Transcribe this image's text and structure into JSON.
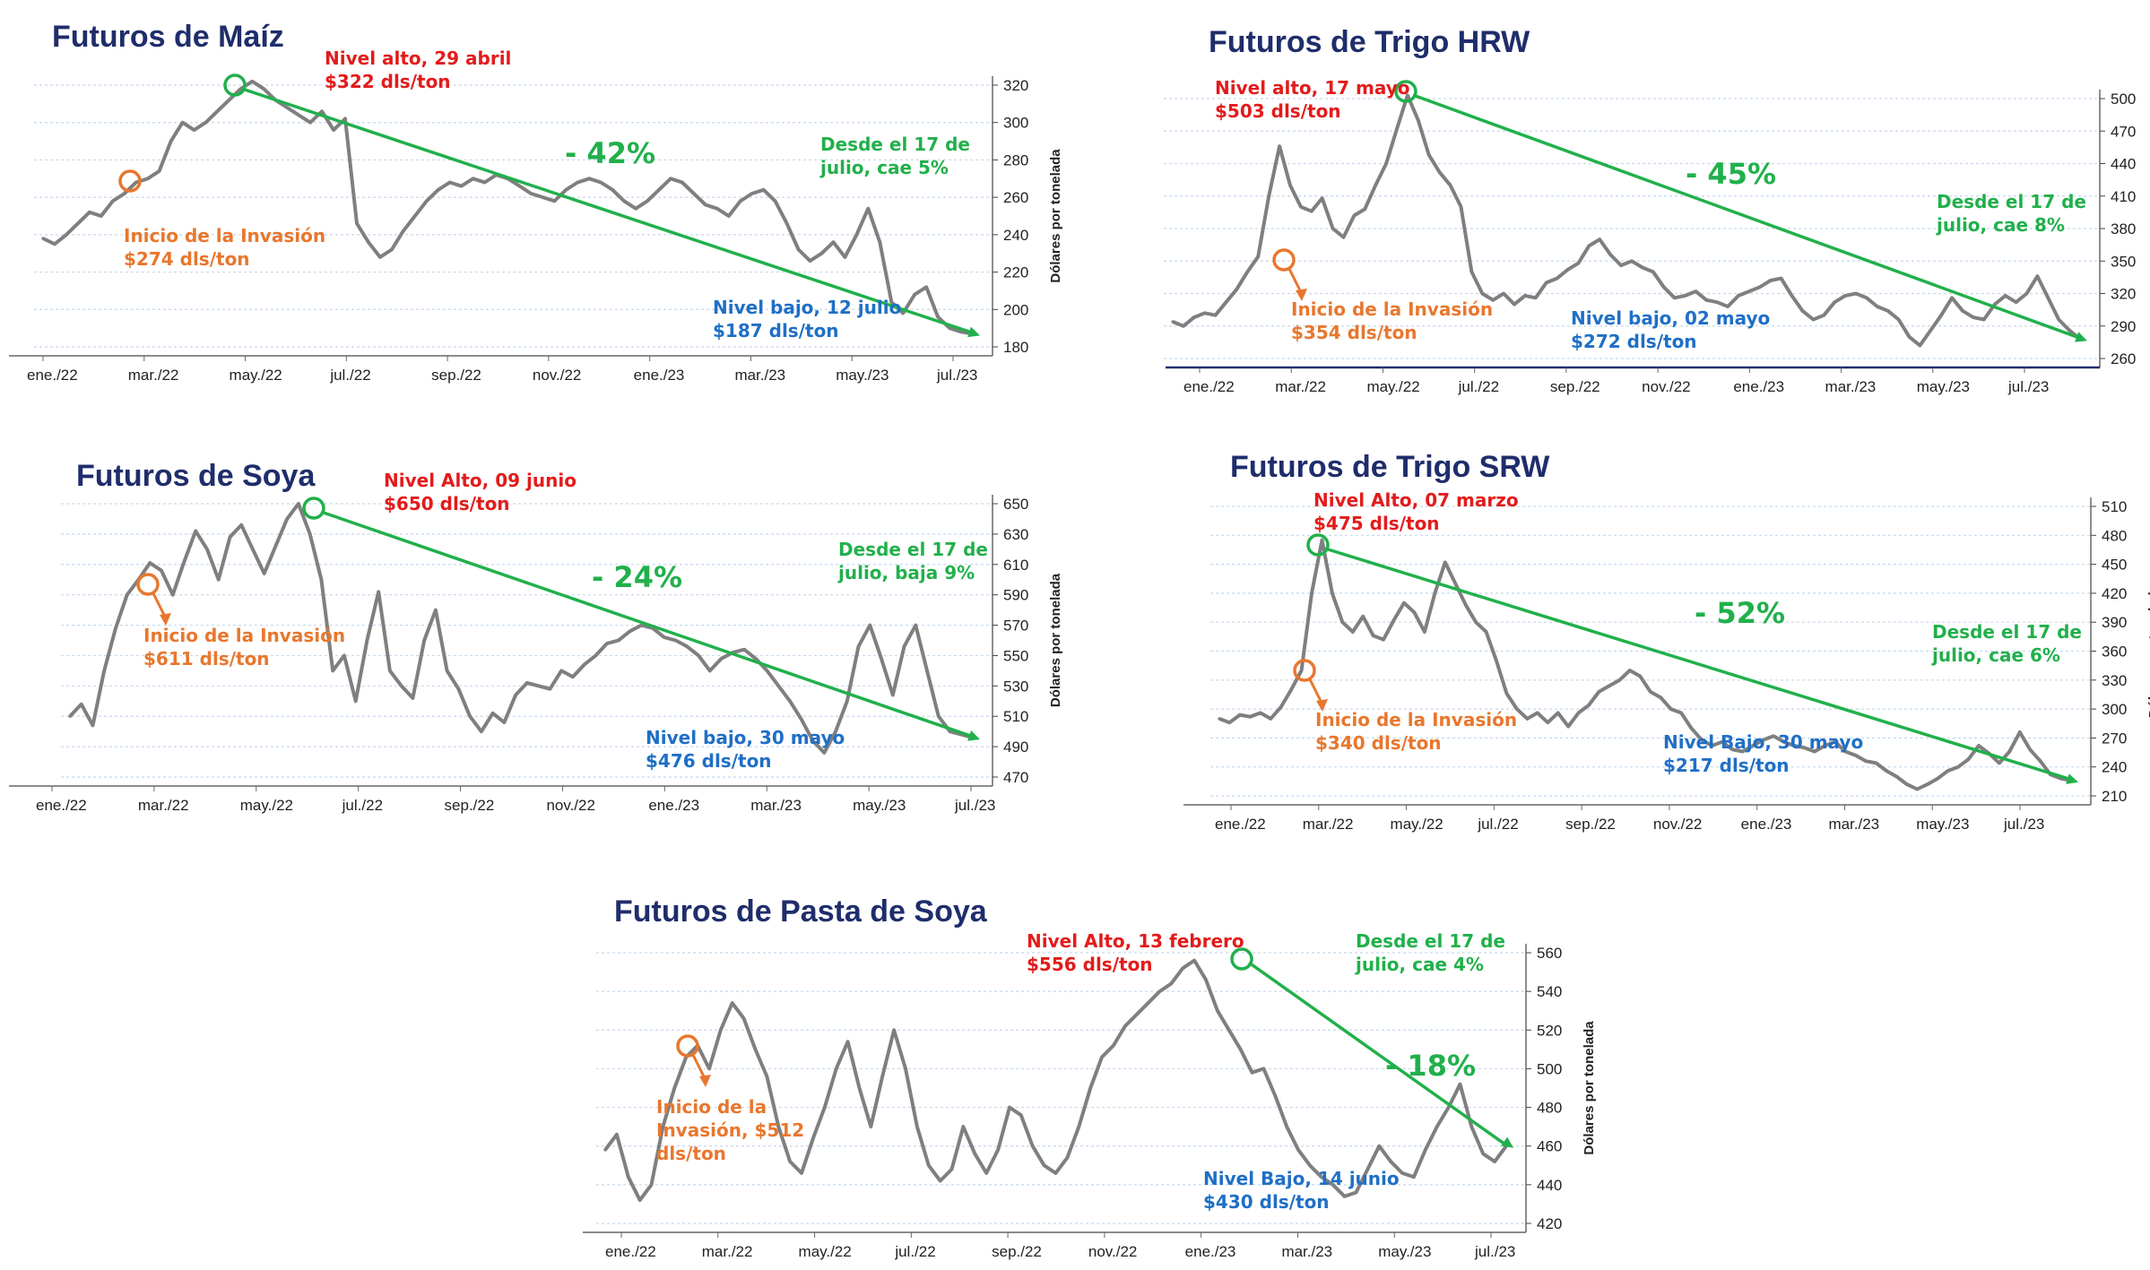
{
  "colors": {
    "title": "#1f2d6b",
    "series": "#7f7f7f",
    "high": "#e31b1b",
    "invasion": "#e8772e",
    "low": "#1f6fc6",
    "trend": "#21b04b",
    "grid": "#c5d9ee",
    "axis": "#1f2d6b"
  },
  "chart_data": [
    {
      "type": "line",
      "title": "Futuros de Maíz",
      "ylabel": "Dólares por tonelada",
      "xlabel": "",
      "ylim": [
        180,
        320
      ],
      "yticks": [
        180,
        200,
        220,
        240,
        260,
        280,
        300,
        320
      ],
      "xticks": [
        "ene./22",
        "mar./22",
        "may./22",
        "jul./22",
        "sep./22",
        "nov./22",
        "ene./23",
        "mar./23",
        "may./23",
        "jul./23"
      ],
      "series": [
        {
          "values": [
            238,
            235,
            240,
            246,
            252,
            250,
            258,
            262,
            268,
            270,
            274,
            290,
            300,
            296,
            300,
            306,
            312,
            318,
            322,
            318,
            312,
            308,
            304,
            300,
            306,
            296,
            302,
            246,
            236,
            228,
            232,
            242,
            250,
            258,
            264,
            268,
            266,
            270,
            268,
            272,
            270,
            266,
            262,
            260,
            258,
            264,
            268,
            270,
            268,
            264,
            258,
            254,
            258,
            264,
            270,
            268,
            262,
            256,
            254,
            250,
            258,
            262,
            264,
            258,
            246,
            232,
            226,
            230,
            236,
            228,
            240,
            254,
            236,
            204,
            198,
            208,
            212,
            196,
            190,
            188,
            187
          ]
        }
      ],
      "annotations": {
        "high": [
          "Nivel alto, 29 abril",
          "$322 dls/ton"
        ],
        "invasion": [
          "Inicio de la Invasión",
          "$274 dls/ton"
        ],
        "low": [
          "Nivel bajo, 12 julio",
          "$187 dls/ton"
        ],
        "since": [
          "Desde el 17 de",
          "julio, cae 5%"
        ],
        "pct": "- 42%"
      }
    },
    {
      "type": "line",
      "title": "Futuros de Trigo HRW",
      "ylabel": "Dólares por tonelada",
      "xlabel": "",
      "ylim": [
        260,
        500
      ],
      "yticks": [
        260,
        290,
        320,
        350,
        380,
        410,
        440,
        470,
        500
      ],
      "xticks": [
        "ene./22",
        "mar./22",
        "may./22",
        "jul./22",
        "sep./22",
        "nov./22",
        "ene./23",
        "mar./23",
        "may./23",
        "jul./23"
      ],
      "series": [
        {
          "values": [
            294,
            290,
            298,
            302,
            300,
            312,
            324,
            340,
            354,
            410,
            456,
            420,
            400,
            396,
            408,
            380,
            372,
            392,
            398,
            420,
            440,
            472,
            503,
            480,
            448,
            432,
            420,
            400,
            340,
            320,
            314,
            320,
            310,
            318,
            316,
            330,
            334,
            342,
            348,
            364,
            370,
            356,
            346,
            350,
            344,
            340,
            326,
            316,
            318,
            322,
            314,
            312,
            308,
            318,
            322,
            326,
            332,
            334,
            318,
            304,
            296,
            300,
            312,
            318,
            320,
            316,
            308,
            304,
            296,
            280,
            272,
            286,
            300,
            316,
            304,
            298,
            296,
            310,
            318,
            312,
            320,
            336,
            316,
            296,
            286,
            278
          ]
        }
      ],
      "annotations": {
        "high": [
          "Nivel alto, 17 mayo",
          "$503 dls/ton"
        ],
        "invasion": [
          "Inicio de la Invasión",
          "$354 dls/ton"
        ],
        "low": [
          "Nivel bajo, 02 mayo",
          "$272 dls/ton"
        ],
        "since": [
          "Desde el 17 de",
          "julio, cae 8%"
        ],
        "pct": "- 45%"
      }
    },
    {
      "type": "line",
      "title": "Futuros de Soya",
      "ylabel": "Dólares por tonelada",
      "xlabel": "",
      "ylim": [
        470,
        650
      ],
      "yticks": [
        470,
        490,
        510,
        530,
        550,
        570,
        590,
        610,
        630,
        650
      ],
      "xticks": [
        "ene./22",
        "mar./22",
        "may./22",
        "jul./22",
        "sep./22",
        "nov./22",
        "ene./23",
        "mar./23",
        "may./23",
        "jul./23"
      ],
      "series": [
        {
          "values": [
            510,
            518,
            504,
            540,
            568,
            590,
            600,
            611,
            606,
            590,
            612,
            632,
            620,
            600,
            628,
            636,
            620,
            604,
            622,
            640,
            650,
            630,
            600,
            540,
            550,
            520,
            560,
            592,
            540,
            530,
            522,
            560,
            580,
            540,
            528,
            510,
            500,
            512,
            506,
            524,
            532,
            530,
            528,
            540,
            536,
            544,
            550,
            558,
            560,
            566,
            570,
            568,
            562,
            560,
            556,
            550,
            540,
            548,
            552,
            554,
            548,
            540,
            530,
            520,
            508,
            494,
            486,
            500,
            520,
            556,
            570,
            548,
            524,
            556,
            570,
            540,
            510,
            500,
            498,
            496
          ]
        }
      ],
      "annotations": {
        "high": [
          "Nivel Alto, 09 junio",
          "$650 dls/ton"
        ],
        "invasion": [
          "Inicio de la Invasión",
          "$611 dls/ton"
        ],
        "low": [
          "Nivel bajo, 30 mayo",
          "$476 dls/ton"
        ],
        "since": [
          "Desde el 17 de",
          "julio, baja 9%"
        ],
        "pct": "- 24%"
      }
    },
    {
      "type": "line",
      "title": "Futuros de Trigo SRW",
      "ylabel": "Dólares por tonelada",
      "xlabel": "",
      "ylim": [
        210,
        510
      ],
      "yticks": [
        210,
        240,
        270,
        300,
        330,
        360,
        390,
        420,
        450,
        480,
        510
      ],
      "xticks": [
        "ene./22",
        "mar./22",
        "may./22",
        "jul./22",
        "sep./22",
        "nov./22",
        "ene./23",
        "mar./23",
        "may./23",
        "jul./23"
      ],
      "series": [
        {
          "values": [
            290,
            286,
            294,
            292,
            296,
            290,
            302,
            320,
            340,
            420,
            475,
            420,
            390,
            380,
            396,
            376,
            372,
            392,
            410,
            400,
            380,
            420,
            452,
            430,
            408,
            390,
            380,
            350,
            316,
            300,
            290,
            296,
            286,
            296,
            282,
            296,
            304,
            318,
            324,
            330,
            340,
            334,
            318,
            312,
            300,
            296,
            280,
            268,
            262,
            266,
            258,
            256,
            262,
            268,
            272,
            266,
            262,
            260,
            256,
            262,
            266,
            256,
            252,
            246,
            244,
            236,
            230,
            222,
            217,
            222,
            228,
            236,
            240,
            248,
            262,
            254,
            244,
            256,
            276,
            258,
            246,
            232,
            228,
            226
          ]
        }
      ],
      "annotations": {
        "high": [
          "Nivel Alto, 07 marzo",
          "$475 dls/ton"
        ],
        "invasion": [
          "Inicio de la Invasión",
          "$340 dls/ton"
        ],
        "low": [
          "Nivel Bajo, 30 mayo",
          "$217 dls/ton"
        ],
        "since": [
          "Desde el 17 de",
          "julio, cae 6%"
        ],
        "pct": "- 52%"
      }
    },
    {
      "type": "line",
      "title": "Futuros de Pasta de Soya",
      "ylabel": "Dólares por tonelada",
      "xlabel": "",
      "ylim": [
        420,
        560
      ],
      "yticks": [
        420,
        440,
        460,
        480,
        500,
        520,
        540,
        560
      ],
      "xticks": [
        "ene./22",
        "mar./22",
        "may./22",
        "jul./22",
        "sep./22",
        "nov./22",
        "ene./23",
        "mar./23",
        "may./23",
        "jul./23"
      ],
      "series": [
        {
          "values": [
            458,
            466,
            444,
            432,
            440,
            470,
            490,
            506,
            512,
            500,
            520,
            534,
            526,
            510,
            496,
            470,
            452,
            446,
            464,
            480,
            500,
            514,
            490,
            470,
            496,
            520,
            500,
            470,
            450,
            442,
            448,
            470,
            456,
            446,
            458,
            480,
            476,
            460,
            450,
            446,
            454,
            470,
            490,
            506,
            512,
            522,
            528,
            534,
            540,
            544,
            552,
            556,
            546,
            530,
            520,
            510,
            498,
            500,
            486,
            470,
            458,
            450,
            444,
            440,
            434,
            436,
            448,
            460,
            452,
            446,
            444,
            458,
            470,
            480,
            492,
            470,
            456,
            452,
            460
          ]
        }
      ],
      "annotations": {
        "high": [
          "Nivel Alto, 13 febrero",
          "$556 dls/ton"
        ],
        "invasion": [
          "Inicio de la",
          "Invasión, $512",
          "dls/ton"
        ],
        "low": [
          "Nivel Bajo, 14 junio",
          "$430 dls/ton"
        ],
        "since": [
          "Desde el 17 de",
          "julio, cae 4%"
        ],
        "pct": "- 18%"
      }
    }
  ]
}
